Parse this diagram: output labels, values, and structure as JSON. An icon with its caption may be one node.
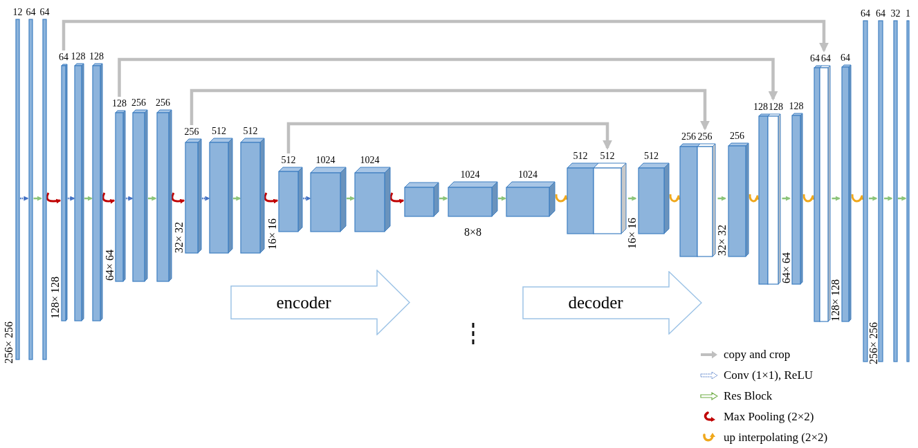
{
  "diagram": {
    "nodes": [
      {
        "text": [
          "12"
        ],
        "beside": [
          "256× 256"
        ]
      },
      {
        "text": [
          "64"
        ]
      },
      {
        "text": [
          "64"
        ]
      },
      {
        "text": [
          "64"
        ],
        "beside": [
          "128× 128"
        ]
      },
      {
        "text": [
          "128"
        ]
      },
      {
        "text": [
          "128"
        ]
      },
      {
        "text": [
          "128"
        ],
        "beside": [
          "64× 64"
        ]
      },
      {
        "text": [
          "256"
        ]
      },
      {
        "text": [
          "256"
        ]
      },
      {
        "text": [
          "256"
        ],
        "beside": [
          "32× 32"
        ]
      },
      {
        "text": [
          "512"
        ]
      },
      {
        "text": [
          "512"
        ]
      },
      {
        "text": [
          "512"
        ],
        "beside": [
          "16× 16"
        ]
      },
      {
        "text": [
          "1024"
        ]
      },
      {
        "text": [
          "1024"
        ]
      },
      {
        "text": [],
        "shape": "box"
      },
      {
        "text": [
          "1024"
        ],
        "beside": [
          "8×8"
        ]
      },
      {
        "text": [
          "1024"
        ]
      },
      {
        "text": [
          "512"
        ]
      },
      {
        "text": [
          "512"
        ]
      },
      {
        "text": [
          "512"
        ],
        "beside": [
          "16× 16"
        ]
      },
      {
        "text": [
          "256"
        ]
      },
      {
        "text": [
          "256"
        ]
      },
      {
        "text": [
          "256"
        ],
        "beside": [
          "32× 32"
        ]
      },
      {
        "text": [
          "128"
        ]
      },
      {
        "text": [
          "128"
        ]
      },
      {
        "text": [
          "128"
        ],
        "beside": [
          "64× 64"
        ]
      },
      {
        "text": [
          "64"
        ]
      },
      {
        "text": [
          "64"
        ]
      },
      {
        "text": [
          "64"
        ],
        "beside": [
          "128× 128"
        ]
      },
      {
        "text": [
          "64"
        ],
        "beside": [
          "256× 256"
        ]
      },
      {
        "text": [
          "64"
        ]
      },
      {
        "text": [
          "32"
        ]
      },
      {
        "text": [
          "1"
        ]
      },
      {
        "text": [
          "encoder"
        ]
      },
      {
        "text": [
          "decoder"
        ]
      }
    ],
    "edges": [
      {
        "from": 0,
        "to": 1,
        "arrow": "to",
        "style": "dashed",
        "color": "#4472c4"
      },
      {
        "from": 1,
        "to": 2,
        "arrow": "to"
      },
      {
        "from": 2,
        "to": 3,
        "arrow": "to",
        "color": "#c00000"
      },
      {
        "from": 3,
        "to": 4,
        "arrow": "to",
        "style": "dashed",
        "color": "#4472c4"
      },
      {
        "from": 4,
        "to": 5,
        "arrow": "to"
      },
      {
        "from": 5,
        "to": 6,
        "arrow": "to",
        "color": "#c00000"
      },
      {
        "from": 6,
        "to": 7,
        "arrow": "to",
        "style": "dashed",
        "color": "#4472c4"
      },
      {
        "from": 7,
        "to": 8,
        "arrow": "to"
      },
      {
        "from": 8,
        "to": 9,
        "arrow": "to",
        "color": "#c00000"
      },
      {
        "from": 9,
        "to": 10,
        "arrow": "to",
        "style": "dashed",
        "color": "#4472c4"
      },
      {
        "from": 10,
        "to": 11,
        "arrow": "to"
      },
      {
        "from": 11,
        "to": 12,
        "arrow": "to",
        "color": "#c00000"
      },
      {
        "from": 12,
        "to": 13,
        "arrow": "to",
        "style": "dashed",
        "color": "#4472c4"
      },
      {
        "from": 13,
        "to": 14,
        "arrow": "to"
      },
      {
        "from": 14,
        "to": 15,
        "arrow": "to",
        "color": "#c00000"
      },
      {
        "from": 15,
        "to": 16,
        "arrow": "to"
      },
      {
        "from": 16,
        "to": 17,
        "arrow": "to"
      },
      {
        "from": 17,
        "to": 18,
        "arrow": "to",
        "color": "#f0a81c"
      },
      {
        "from": 19,
        "to": 20,
        "arrow": "to"
      },
      {
        "from": 20,
        "to": 21,
        "arrow": "to",
        "color": "#f0a81c"
      },
      {
        "from": 22,
        "to": 23,
        "arrow": "to"
      },
      {
        "from": 23,
        "to": 24,
        "arrow": "to",
        "color": "#f0a81c"
      },
      {
        "from": 25,
        "to": 26,
        "arrow": "to"
      },
      {
        "from": 26,
        "to": 27,
        "arrow": "to",
        "color": "#f0a81c"
      },
      {
        "from": 28,
        "to": 29,
        "arrow": "to"
      },
      {
        "from": 29,
        "to": 30,
        "arrow": "to",
        "color": "#f0a81c"
      },
      {
        "from": 30,
        "to": 31,
        "arrow": "to"
      },
      {
        "from": 31,
        "to": 32,
        "arrow": "to"
      },
      {
        "from": 32,
        "to": 33,
        "arrow": "to"
      },
      {
        "from": 3,
        "to": 28,
        "arrow": "to",
        "style": "thick",
        "color": "#bfbfbf"
      },
      {
        "from": 6,
        "to": 25,
        "arrow": "to",
        "style": "thick",
        "color": "#bfbfbf"
      },
      {
        "from": 9,
        "to": 22,
        "arrow": "to",
        "style": "thick",
        "color": "#bfbfbf"
      },
      {
        "from": 12,
        "to": 19,
        "arrow": "to",
        "style": "thick",
        "color": "#bfbfbf"
      }
    ],
    "legend": [
      {
        "text": "copy and crop"
      },
      {
        "text": "Conv (1×1), ReLU"
      },
      {
        "text": "Res Block"
      },
      {
        "text": "Max Pooling (2×2)"
      },
      {
        "text": "up interpolating (2×2)"
      }
    ]
  }
}
